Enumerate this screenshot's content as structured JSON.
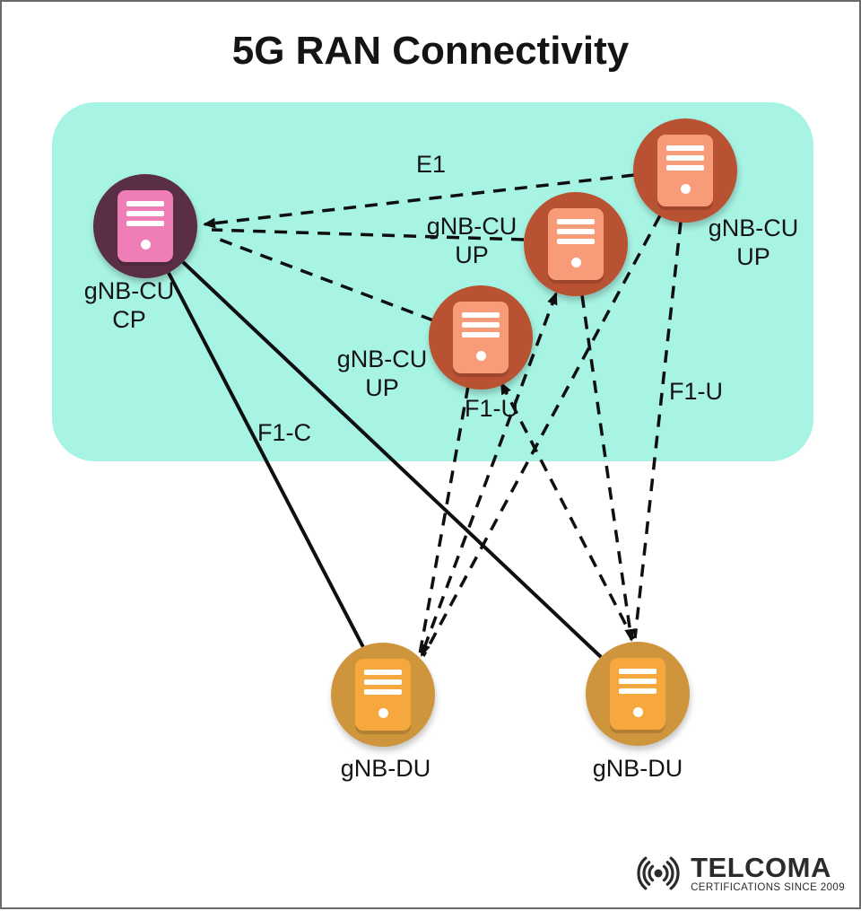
{
  "title": "5G RAN Connectivity",
  "nodes": [
    {
      "id": "gnb-cu-cp",
      "line1": "gNB-CU",
      "line2": "CP"
    },
    {
      "id": "gnb-cu-up-1",
      "line1": "gNB-CU",
      "line2": "UP"
    },
    {
      "id": "gnb-cu-up-2",
      "line1": "gNB-CU",
      "line2": "UP"
    },
    {
      "id": "gnb-cu-up-3",
      "line1": "gNB-CU",
      "line2": "UP"
    },
    {
      "id": "gnb-du-1",
      "label": "gNB-DU"
    },
    {
      "id": "gnb-du-2",
      "label": "gNB-DU"
    }
  ],
  "edge_labels": {
    "e1": "E1",
    "f1c": "F1-C",
    "f1u_left": "F1-U",
    "f1u_right": "F1-U"
  },
  "colors": {
    "panel": "#A7F4E4",
    "cp_circle": "#5A2E44",
    "cp_server": "#F07EB6",
    "up_circle": "#B85233",
    "up_server": "#F89B78",
    "du_circle": "#CE953C",
    "du_server": "#F6A83E",
    "line": "#0f0f0f",
    "logo": "#2b2b2b"
  },
  "logo": {
    "name": "TELCOMA",
    "tagline": "CERTIFICATIONS SINCE 2009"
  }
}
